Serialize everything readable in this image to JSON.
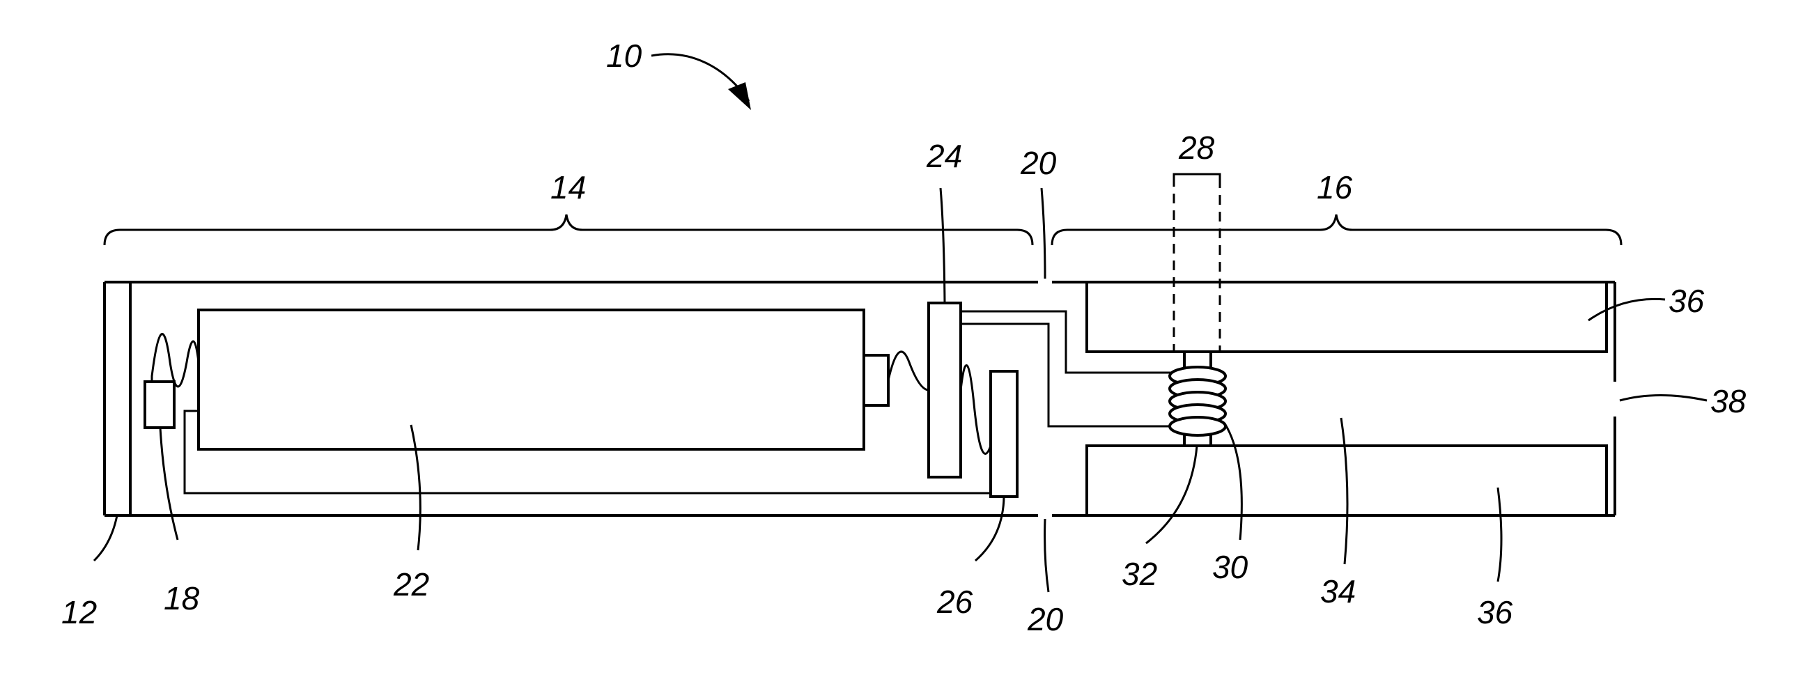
{
  "labels": {
    "device": "10",
    "housing_end": "12",
    "first_section": "14",
    "second_section": "16",
    "component_18": "18",
    "air_inlet_top": "20",
    "air_inlet_bottom": "20",
    "battery": "22",
    "circuit_board": "24",
    "sensor": "26",
    "heater_zone": "28",
    "coil": "30",
    "wick": "32",
    "channel": "34",
    "reservoir_top": "36",
    "reservoir_bottom": "36",
    "outlet": "38"
  },
  "colors": {
    "line": "#000000",
    "background": "#ffffff"
  }
}
